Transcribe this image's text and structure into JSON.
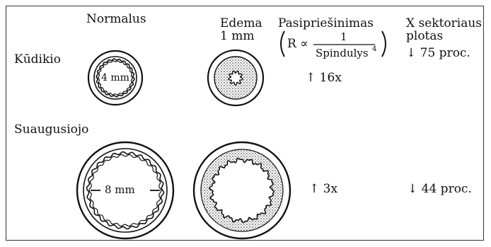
{
  "headers": {
    "normal": "Normalus",
    "edema_line1": "Edema",
    "edema_line2": "1 mm",
    "resistance": "Pasipriešinimas",
    "sector_line1": "X sektoriaus",
    "sector_line2": "plotas"
  },
  "rows": {
    "infant": "Kūdikio",
    "adult": "Suaugusiojo"
  },
  "formula": {
    "prefix": "R ∝",
    "numerator": "1",
    "denominator": "Spindulys",
    "exponent": "4"
  },
  "infant_values": {
    "diameter": "4 mm",
    "resistance": "↑ 16x",
    "area": "↓ 75 proc."
  },
  "adult_values": {
    "diameter": "8 mm",
    "resistance": "↑ 3x",
    "area": "↓ 44 proc."
  }
}
